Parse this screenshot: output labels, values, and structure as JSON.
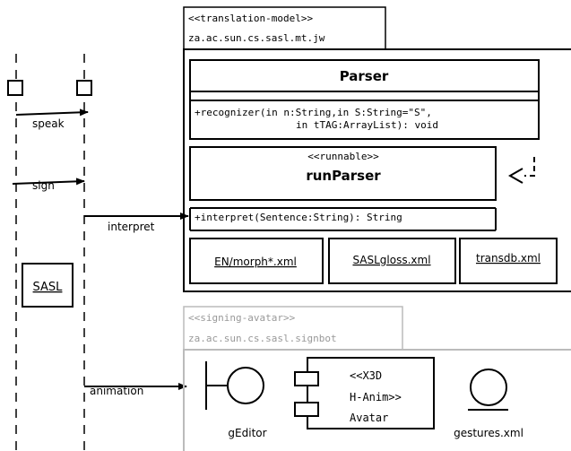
{
  "translation_package": {
    "stereotype": "<<translation-model>>",
    "name": "za.ac.sun.cs.sasl.mt.jw"
  },
  "parser_class": {
    "name": "Parser",
    "operation_line1": "+recognizer(in n:String,in S:String=\"S\",",
    "operation_line2": "in tTAG:ArrayList): void"
  },
  "runparser_class": {
    "stereotype": "<<runnable>>",
    "name": "runParser",
    "operation": "+interpret(Sentence:String): String"
  },
  "artifacts": {
    "morph": "EN/morph*.xml",
    "gloss": "SASLgloss.xml",
    "transdb": "transdb.xml"
  },
  "messages": {
    "speak": "speak",
    "sign": "sign",
    "interpret": "interpret",
    "animation": "animation"
  },
  "lifeline_object": "SASL",
  "avatar_package": {
    "stereotype": "<<signing-avatar>>",
    "name": "za.ac.sun.cs.sasl.signbot",
    "boundary_label": "gEditor",
    "component_line1": "<<X3D",
    "component_line2": "H-Anim>>",
    "component_line3": "Avatar",
    "entity_label": "gestures.xml"
  },
  "colors": {
    "line": "#000000",
    "avatar_frame": "#bbbbbb",
    "avatar_tab_text": "#999999"
  }
}
